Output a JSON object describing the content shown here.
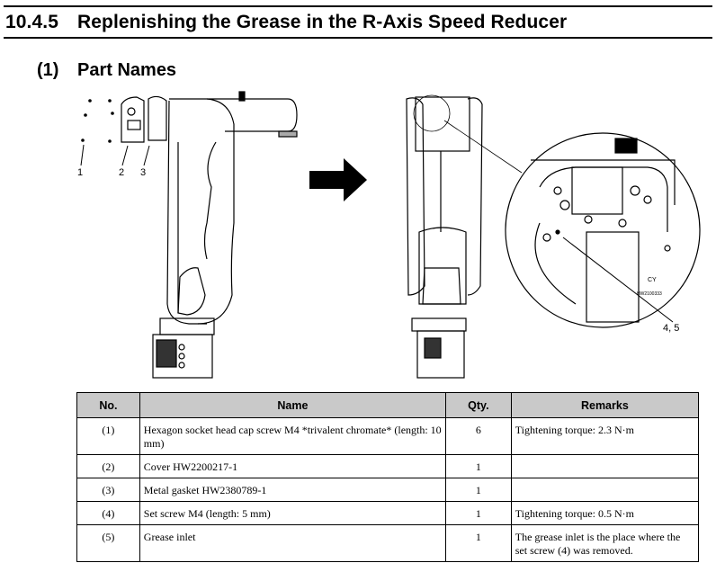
{
  "section": {
    "number": "10.4.5",
    "title": "Replenishing the Grease in the R-Axis Speed Reducer"
  },
  "subsection": {
    "number": "(1)",
    "title": "Part Names"
  },
  "figure": {
    "left_callouts": [
      "1",
      "2",
      "3"
    ],
    "right_callout": "4, 5",
    "detail_labels": {
      "axis_mark": "CY",
      "part_mark": "HW2100333"
    },
    "arrow_icon": "right-arrow-icon"
  },
  "table": {
    "headers": {
      "no": "No.",
      "name": "Name",
      "qty": "Qty.",
      "remarks": "Remarks"
    },
    "rows": [
      {
        "no": "(1)",
        "name": "Hexagon socket head cap screw M4 *trivalent chromate* (length: 10 mm)",
        "qty": "6",
        "remarks": "Tightening torque: 2.3 N·m"
      },
      {
        "no": "(2)",
        "name": "Cover HW2200217-1",
        "qty": "1",
        "remarks": ""
      },
      {
        "no": "(3)",
        "name": "Metal gasket HW2380789-1",
        "qty": "1",
        "remarks": ""
      },
      {
        "no": "(4)",
        "name": "Set screw M4 (length: 5 mm)",
        "qty": "1",
        "remarks": "Tightening torque: 0.5 N·m"
      },
      {
        "no": "(5)",
        "name": "Grease inlet",
        "qty": "1",
        "remarks": "The grease inlet is the place where the set screw (4) was removed."
      }
    ]
  }
}
